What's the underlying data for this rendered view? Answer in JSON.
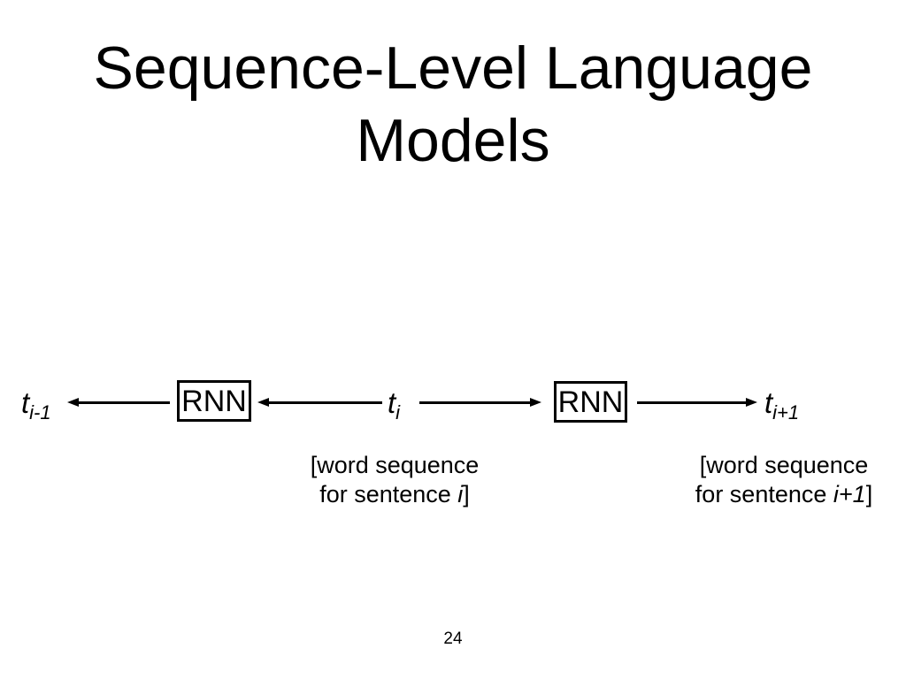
{
  "slide": {
    "title": "Sequence-Level Language Models",
    "page_number": "24",
    "colors": {
      "background": "#ffffff",
      "text": "#000000",
      "box_border": "#000000",
      "arrow": "#000000"
    }
  },
  "diagram": {
    "nodes": {
      "t_prev": {
        "base": "t",
        "sub": "i-1"
      },
      "t_cur": {
        "base": "t",
        "sub": "i"
      },
      "t_next": {
        "base": "t",
        "sub": "i+1"
      },
      "rnn_left": {
        "label": "RNN"
      },
      "rnn_right": {
        "label": "RNN"
      }
    },
    "arrows": [
      {
        "name": "rnn-left-to-t-prev",
        "direction": "left"
      },
      {
        "name": "t-cur-to-rnn-left",
        "direction": "left"
      },
      {
        "name": "t-cur-to-rnn-right",
        "direction": "right"
      },
      {
        "name": "rnn-right-to-t-next",
        "direction": "right"
      }
    ],
    "captions": {
      "left": {
        "line1": "[word sequence",
        "line2_prefix": "for sentence ",
        "line2_italic": "i",
        "line2_suffix": "]"
      },
      "right": {
        "line1": "[word sequence",
        "line2_prefix": "for sentence ",
        "line2_italic": "i+1",
        "line2_suffix": "]"
      }
    }
  }
}
